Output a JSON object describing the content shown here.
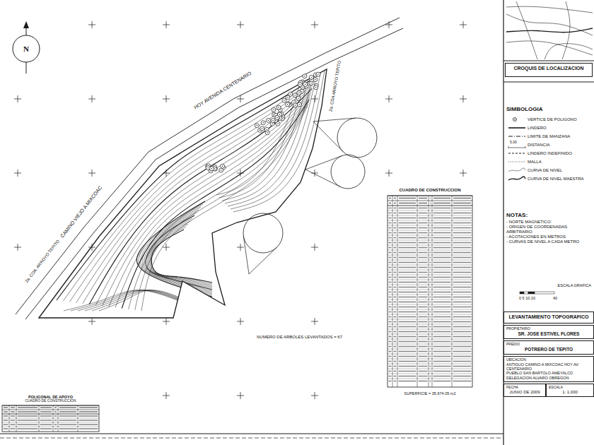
{
  "diagram": {
    "nodes": [
      {
        "text": [
          "CROQUIS DE LOCALIZACION"
        ]
      },
      {
        "text": [
          "SIMBOLOGIA"
        ]
      },
      {
        "text": [
          "NOTAS:",
          "- NORTE MAGNETICO",
          "- ORIGEN DE COORDENADAS ARBITRARIO",
          "- ACOTACIONES EN METROS",
          "- CURVAS DE NIVEL A CADA METRO"
        ]
      },
      {
        "text": [
          "ESCALA GRAFICA"
        ]
      },
      {
        "text": [
          "LEVANTAMIENTO TOPOGRAFICO"
        ]
      },
      {
        "text": [
          "PROPIETARIO",
          "SR. JOSE ESTIVEL FLORES"
        ]
      },
      {
        "text": [
          "PREDIO",
          "POTRERO DE TEPITO"
        ]
      },
      {
        "text": [
          "UBICACION",
          "ANTIGUO CAMINO A MIXCOAC HOY AV. CENTENARIO",
          "PUEBLO SAN BARTOLO AMEYALCO",
          "DELEGACION ALVARO OBREGON"
        ]
      },
      {
        "text": [
          "FECHA",
          "JUNIO DE 2009"
        ]
      },
      {
        "text": [
          "ESCALA",
          "1: 1,000"
        ]
      },
      {
        "text": [
          "CUADRO DE CONSTRUCCION",
          "SUPERFICIE = 35,674.05 m2"
        ]
      },
      {
        "text": [
          "POLIGONAL DE APOYO",
          "CUADRO DE CONSTRUCCION"
        ]
      }
    ],
    "labels": [
      "N",
      "HOY AVENIDA CENTENARIO",
      "CAMINO VIEJO A MIXCOAC",
      "2a. CDA ARROYO TEPITO",
      "2a. CDA. ARROYO TEPITO",
      "NUMERO DE ARBOLES LEVANTADOS = 67",
      "5.00",
      "0 5 10 20",
      "40"
    ],
    "legend": [
      {
        "text": "VERTICE DE POLIGONO"
      },
      {
        "text": "LINDERO"
      },
      {
        "text": "LIMITE DE MANZANA"
      },
      {
        "text": "DISTANCIA"
      },
      {
        "text": "LINDERO INDEFINIDO"
      },
      {
        "text": "MALLA"
      },
      {
        "text": "CURVA DE NIVEL"
      },
      {
        "text": "CURVA DE NIVEL MAESTRA"
      }
    ]
  }
}
